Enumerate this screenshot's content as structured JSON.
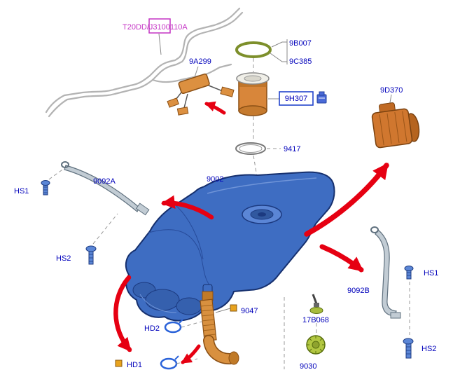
{
  "diagram": {
    "assembly_code": "T20DD/J3100110A",
    "parts": {
      "lock_ring": {
        "label": "9B007"
      },
      "seal": {
        "label": "9C385"
      },
      "fuel_sender": {
        "label": "9A299"
      },
      "fuel_pump_module": {
        "label": "9H307",
        "highlighted": true
      },
      "vapour_canister": {
        "label": "9D370"
      },
      "o_ring": {
        "label": "9417"
      },
      "fuel_tank": {
        "label": "9002"
      },
      "tank_strap_left": {
        "label": "9092A"
      },
      "tank_strap_right": {
        "label": "9092B"
      },
      "strap_bolt_left_1": {
        "label": "HS1"
      },
      "strap_bolt_left_2": {
        "label": "HS2"
      },
      "strap_bolt_right_1": {
        "label": "HS1"
      },
      "strap_bolt_right_2": {
        "label": "HS2"
      },
      "filler_hose": {
        "label": "9047"
      },
      "hose_clamp_upper": {
        "label": "HD2"
      },
      "hose_clamp_lower": {
        "label": "HD1"
      },
      "vent_valve": {
        "label": "17B068"
      },
      "filler_cap": {
        "label": "9030"
      }
    },
    "colors": {
      "part_label_blue": "#0000bb",
      "assembly_code_magenta": "#c433c4",
      "arrow_red": "#e60012",
      "tank_blue": "#3e6dc2",
      "component_orange": "#d8863a",
      "lock_ring_green": "#7d8f2b",
      "highlight_box_blue": "#2244cc",
      "strap_gray": "#c2ccd4"
    }
  }
}
